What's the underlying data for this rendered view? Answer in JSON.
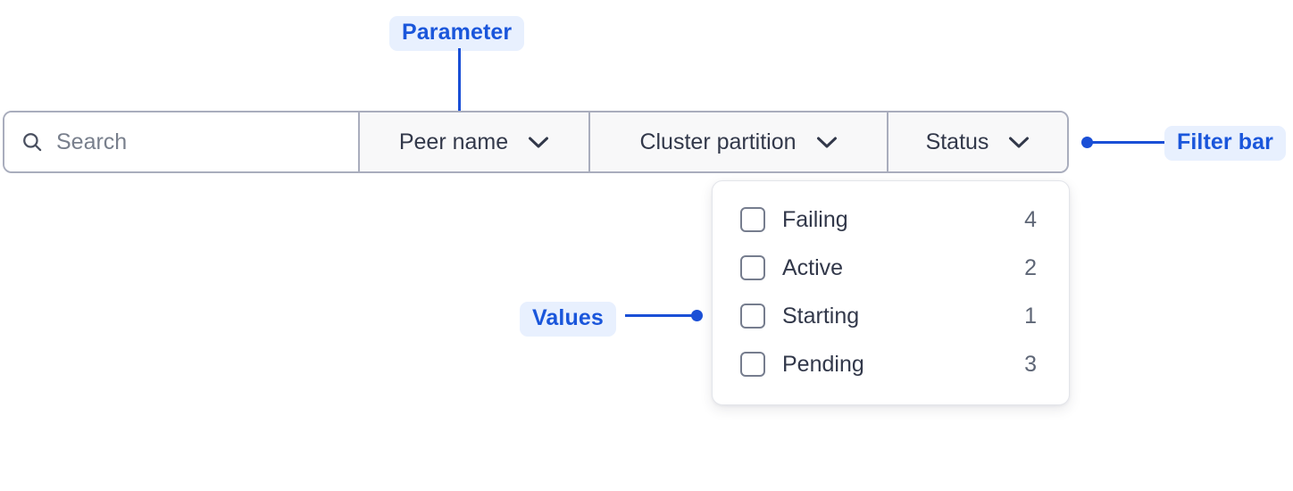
{
  "annotations": [
    {
      "id": "parameter",
      "label": "Parameter"
    },
    {
      "id": "filter_bar",
      "label": "Filter bar"
    },
    {
      "id": "values",
      "label": "Values"
    }
  ],
  "filter_bar": {
    "search": {
      "icon": "search-icon",
      "value": "",
      "placeholder": "Search"
    },
    "segments": [
      {
        "id": "peer-name",
        "label": "Peer name",
        "icon": "chevron-down-icon"
      },
      {
        "id": "cluster-partition",
        "label": "Cluster partition",
        "icon": "chevron-down-icon"
      },
      {
        "id": "status",
        "label": "Status",
        "icon": "chevron-down-icon"
      }
    ]
  },
  "dropdown": {
    "open_for": "status",
    "items": [
      {
        "label": "Failing",
        "count": "4",
        "checked": false
      },
      {
        "label": "Active",
        "count": "2",
        "checked": false
      },
      {
        "label": "Starting",
        "count": "1",
        "checked": false
      },
      {
        "label": "Pending",
        "count": "3",
        "checked": false
      }
    ]
  },
  "colors": {
    "annotation_text": "#1a56db",
    "annotation_badge_bg": "#e8f0fe",
    "annotation_line": "#1a4fd6",
    "bar_border": "#a9adbd",
    "segment_bg": "#f8f8f9",
    "text": "#32384a",
    "placeholder": "#787f8c",
    "count_text": "#5e6676"
  }
}
